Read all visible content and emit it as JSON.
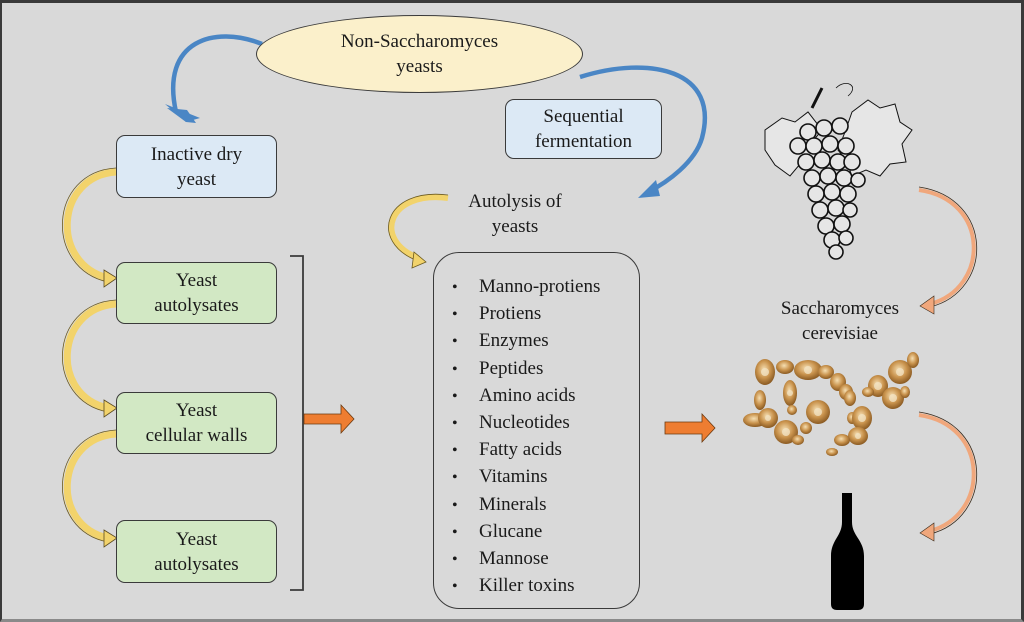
{
  "diagram": {
    "nodes": {
      "non_saccharomyces": {
        "line1": "Non-Saccharomyces",
        "line2": "yeasts"
      },
      "sequential_fermentation": {
        "line1": "Sequential",
        "line2": "fermentation"
      },
      "inactive_dry_yeast": {
        "line1": "Inactive dry",
        "line2": "yeast"
      },
      "yeast_autolysates_1": {
        "line1": "Yeast",
        "line2": "autolysates"
      },
      "yeast_cellular_walls": {
        "line1": "Yeast",
        "line2": "cellular walls"
      },
      "yeast_autolysates_2": {
        "line1": "Yeast",
        "line2": "autolysates"
      },
      "autolysis_of_yeasts": {
        "line1": "Autolysis of",
        "line2": "yeasts"
      },
      "saccharomyces_cerevisiae": {
        "line1": "Saccharomyces",
        "line2": "cerevisiae"
      }
    },
    "autolysis_products": [
      "Manno-protiens",
      "Protiens",
      "Enzymes",
      "Peptides",
      "Amino acids",
      "Nucleotides",
      "Fatty acids",
      "Vitamins",
      "Minerals",
      "Glucane",
      "Mannose",
      "Killer toxins"
    ],
    "bullet": "•",
    "illustrations": {
      "grapes": "grape-bunch-icon",
      "yeast_cells": "yeast-cells-icon",
      "wine_bottle": "wine-bottle-icon"
    },
    "colors": {
      "background": "#d9d9d9",
      "blue_arrow": "#4a86c5",
      "yellow_arrow": "#f2d36b",
      "orange_arrow": "#ee7d31",
      "salmon_arrow": "#f0a77c",
      "blue_box": "#dce9f5",
      "green_box": "#d2e8c4",
      "ellipse": "#fbf0cb"
    }
  }
}
